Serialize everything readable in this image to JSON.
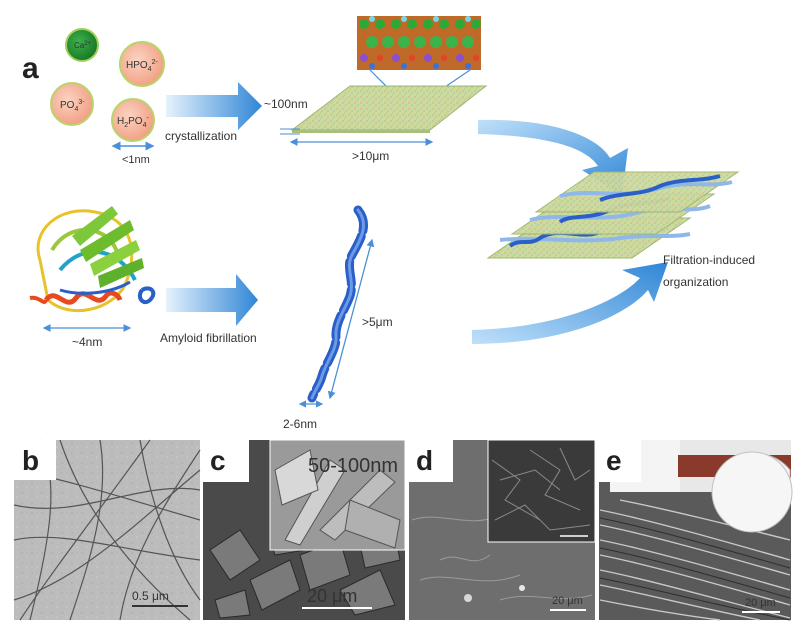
{
  "panel_a": {
    "letter": "a",
    "ions": {
      "ca": {
        "base": "Ca",
        "sup": "2+",
        "sub": ""
      },
      "hpo4": {
        "base": "HPO",
        "sub": "4",
        "sup": "2-"
      },
      "po4": {
        "base": "PO",
        "sub": "4",
        "sup": "3-"
      },
      "h2po4": {
        "pre": "H",
        "pre_sub": "2",
        "base": "PO",
        "sub": "4",
        "sup": "-"
      }
    },
    "ion_size": "<1nm",
    "crystallization_label": "crystallization",
    "thickness_label": "~100nm",
    "length_label": ">10μm",
    "protein_size": "~4nm",
    "fibrillation_label": "Amyloid fibrillation",
    "fibril_length": ">5μm",
    "fibril_width": "2-6nm",
    "organization_line1": "Filtration-induced",
    "organization_line2": "organization"
  },
  "panels": [
    {
      "letter": "b",
      "inset": "",
      "scale": "0.5 μm"
    },
    {
      "letter": "c",
      "inset": "50-100nm",
      "scale": "20 μm"
    },
    {
      "letter": "d",
      "inset": "",
      "scale": "20 μm"
    },
    {
      "letter": "e",
      "inset": "",
      "scale": "20 μm"
    }
  ],
  "colors": {
    "ion_fill": "#f4a890",
    "ion_ring": "#b8d46a",
    "ca_fill": "#1e8c2c",
    "arrow_blue": "#3a8fd8",
    "sheet_green": "#c8d89a",
    "fibril_blue": "#2a5fc8",
    "dim_line": "#4a90d9"
  }
}
